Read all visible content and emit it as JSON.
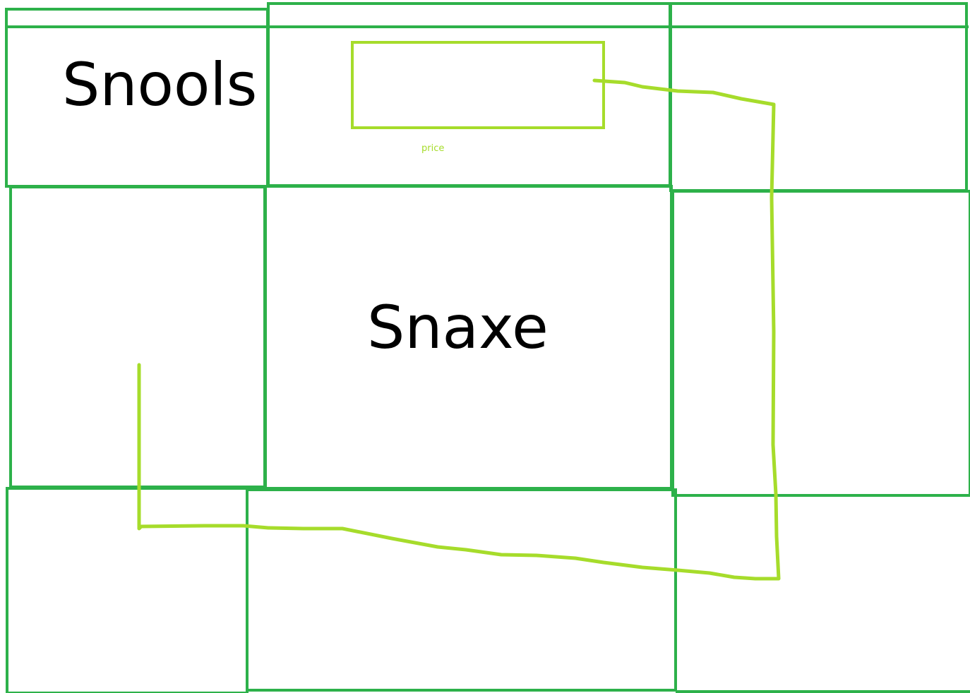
{
  "labels": {
    "top_left_cell": "Snools",
    "center_cell": "Snaxe",
    "price_box_caption": "price"
  },
  "colors": {
    "grid": "#2db14a",
    "highlight": "#a6dc2b",
    "text": "#000000",
    "background": "#ffffff"
  }
}
